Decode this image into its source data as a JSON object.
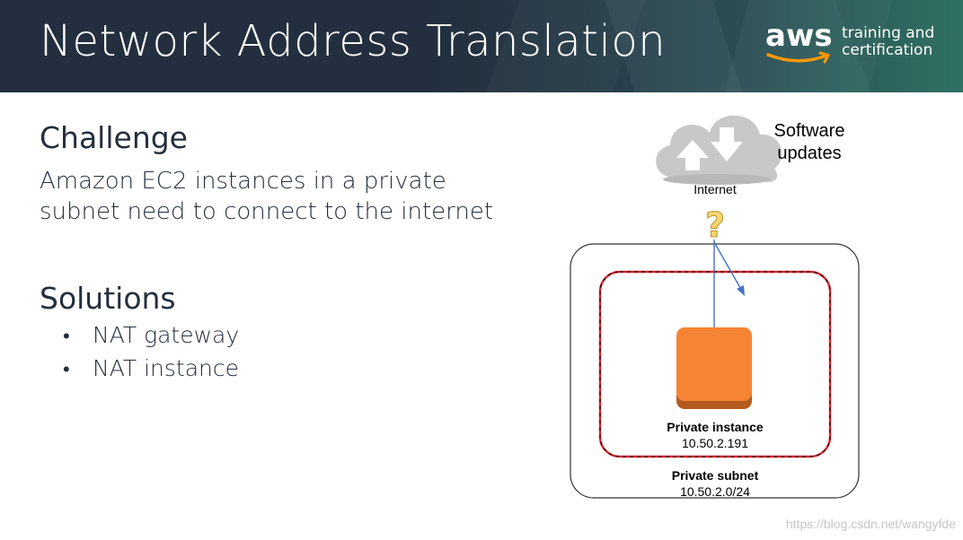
{
  "slide": {
    "title": "Network Address Translation"
  },
  "branding": {
    "logo_word": "aws",
    "tagline_line1": "training and",
    "tagline_line2": "certification"
  },
  "challenge": {
    "heading": "Challenge",
    "line1": "Amazon EC2 instances in a private",
    "line2": "subnet need to connect to the internet"
  },
  "solutions": {
    "heading": "Solutions",
    "items": [
      "NAT gateway",
      "NAT instance"
    ]
  },
  "diagram": {
    "internet_label": "Internet",
    "software_updates_line1": "Software",
    "software_updates_line2": "updates",
    "unknown_marker": "?",
    "instance_label": "Private instance",
    "instance_ip": "10.50.2.191",
    "subnet_label": "Private subnet",
    "subnet_cidr": "10.50.2.0/24",
    "colors": {
      "cloud": "#c8c8c8",
      "instance": "#f58534",
      "instance_shadow": "#b55a1f",
      "subnet_border": "#d9262f",
      "question_mark": "#f6d66d",
      "arrow": "#4472c4"
    }
  },
  "footer": {
    "watermark": "https://blog.csdn.net/wangyfde"
  },
  "icons": [
    "aws-smile-icon",
    "internet-cloud-icon",
    "upload-arrow-icon",
    "download-arrow-icon",
    "question-mark-icon",
    "ec2-instance-icon"
  ]
}
